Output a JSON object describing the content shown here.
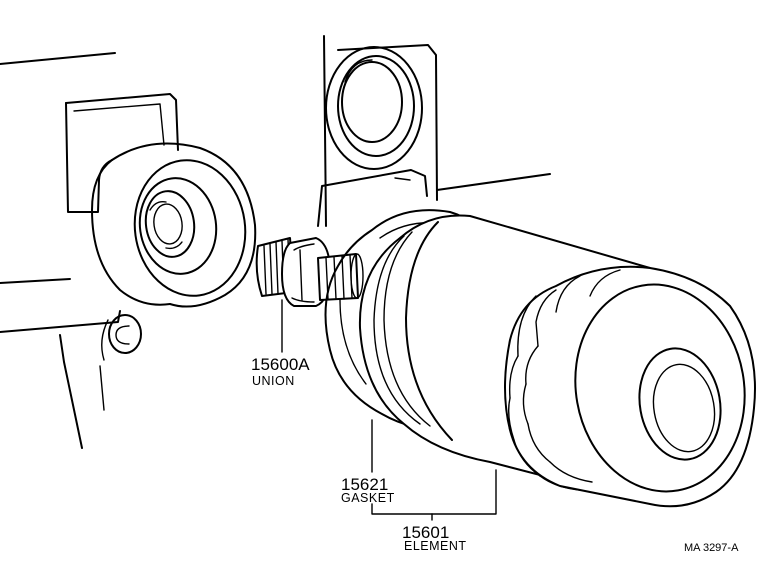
{
  "parts": [
    {
      "number": "15600A",
      "name": "UNION"
    },
    {
      "number": "15621",
      "name": "GASKET"
    },
    {
      "number": "15601",
      "name": "ELEMENT"
    }
  ],
  "reference_code": "MA 3297-A"
}
